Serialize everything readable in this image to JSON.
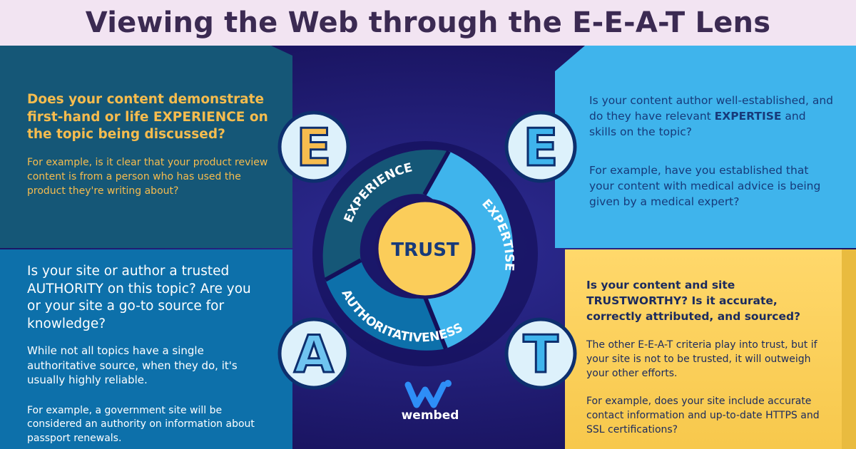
{
  "title": "Viewing the Web through the E-E-A-T Lens",
  "colors": {
    "background": "#1c1466",
    "header_bg": "#f2e4f2",
    "title_text": "#3b2a52",
    "experience_panel": "#155777",
    "expertise_panel": "#3fb4ec",
    "authority_panel": "#0d70aa",
    "trust_panel": "#fbcd5a",
    "accent_gold": "#f6bc4e"
  },
  "icons": {
    "experience": "letter-e-icon",
    "expertise": "letter-e-icon",
    "authority": "letter-a-icon",
    "trust": "letter-t-icon",
    "brand": "wembed-w-logo-icon"
  },
  "letters": {
    "experience": "E",
    "expertise": "E",
    "authority": "A",
    "trust": "T"
  },
  "wheel": {
    "center": "TRUST",
    "experience": "EXPERIENCE",
    "expertise": "EXPERTISE",
    "authority": "AUTHORITATIVENESS"
  },
  "experience": {
    "question": "Does your content demonstrate first-hand or life EXPERIENCE on the topic being discussed?",
    "example": "For example, is it clear that your product review content is from a person who has used the product they're writing about?"
  },
  "expertise": {
    "question_before": "Is your content author well-established, and do they have relevant ",
    "question_emphasis": "EXPERTISE",
    "question_after": " and skills on the topic?",
    "example": "For example, have you established that your content with medical advice is being given by a medical expert?"
  },
  "authority": {
    "question": "Is your site or author a trusted AUTHORITY on this topic? Are you or your site a go-to source for knowledge?",
    "note": "While not all topics have a single authoritative source, when they do, it's usually highly reliable.",
    "example": "For example, a government site will be considered an authority on information about passport renewals."
  },
  "trust": {
    "question": "Is your content and site TRUSTWORTHY? Is it accurate, correctly attributed, and sourced?",
    "note": "The other E-E-A-T criteria play into trust, but if your site is not to be trusted, it will outweigh your other efforts.",
    "example": "For example, does your site include accurate contact information and up-to-date HTTPS and SSL certifications?"
  },
  "brand": {
    "name": "wembed"
  }
}
